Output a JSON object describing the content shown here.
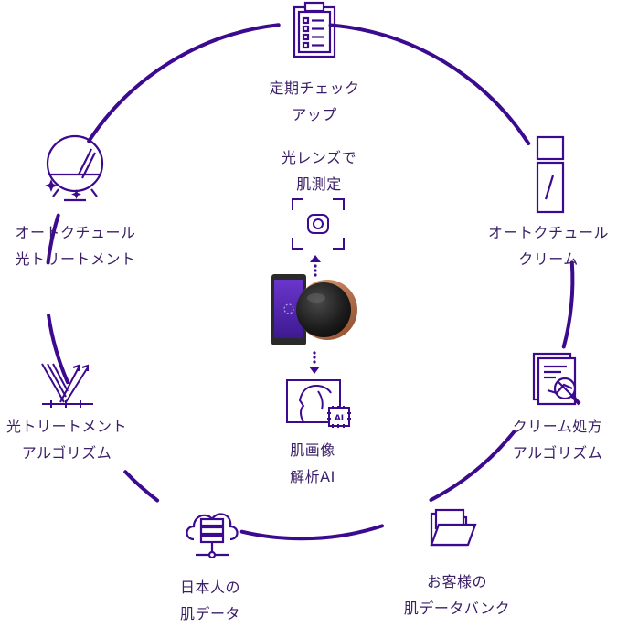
{
  "colors": {
    "accent": "#3c0a8f",
    "text": "#3a1f66",
    "device_screen": "#5a2bb8",
    "device_body": "#2a2a2a"
  },
  "nodes": {
    "checkup": {
      "line1": "定期チェック",
      "line2": "アップ",
      "icon": "clipboard-checklist-icon"
    },
    "cream": {
      "line1": "オートクチュール",
      "line2": "クリーム",
      "icon": "cream-bottle-icon"
    },
    "cream_algo": {
      "line1": "クリーム処方",
      "line2": "アルゴリズム",
      "icon": "document-magnifier-icon"
    },
    "customer_bank": {
      "line1": "お客様の",
      "line2": "肌データバンク",
      "icon": "open-folder-icon"
    },
    "japanese_data": {
      "line1": "日本人の",
      "line2": "肌データ",
      "icon": "cloud-database-icon"
    },
    "light_algo": {
      "line1": "光トリートメント",
      "line2": "アルゴリズム",
      "icon": "light-rays-icon"
    },
    "light_treat": {
      "line1": "オートクチュール",
      "line2": "光トリートメント",
      "icon": "mirror-orb-icon"
    }
  },
  "center": {
    "measure": {
      "line1": "光レンズで",
      "line2": "肌測定",
      "icon": "scan-frame-icon"
    },
    "analysis": {
      "line1": "肌画像",
      "line2": "解析AI",
      "icon": "ai-face-image-icon",
      "chip_text": "AI"
    },
    "device": {
      "icon": "smartphone-lens-device-icon"
    }
  }
}
